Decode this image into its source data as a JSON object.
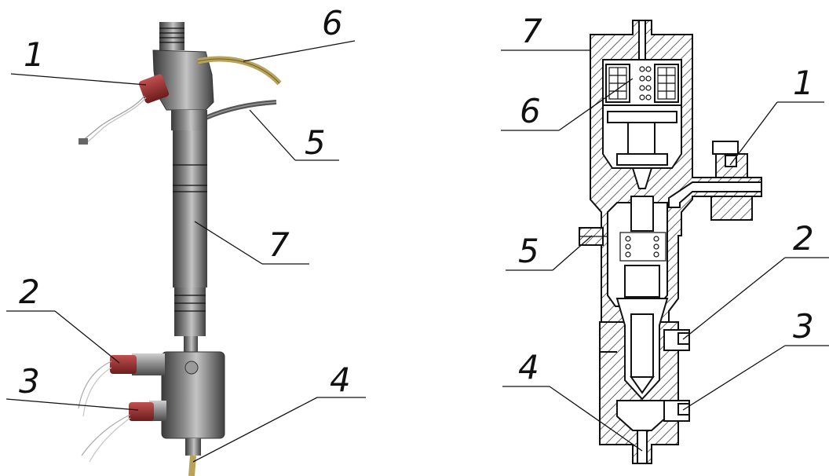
{
  "photo": {
    "labels": [
      "1",
      "6",
      "5",
      "7",
      "2",
      "3",
      "4"
    ]
  },
  "drawing": {
    "labels": [
      "7",
      "6",
      "1",
      "5",
      "2",
      "3",
      "4"
    ]
  },
  "colors": {
    "line": "#111111",
    "metal_dark": "#4a4a4a",
    "metal_mid": "#7a7a7a",
    "metal_light": "#b8b8b8",
    "sensor_red": "#8e2a2a",
    "hose": "#b9a35a"
  }
}
